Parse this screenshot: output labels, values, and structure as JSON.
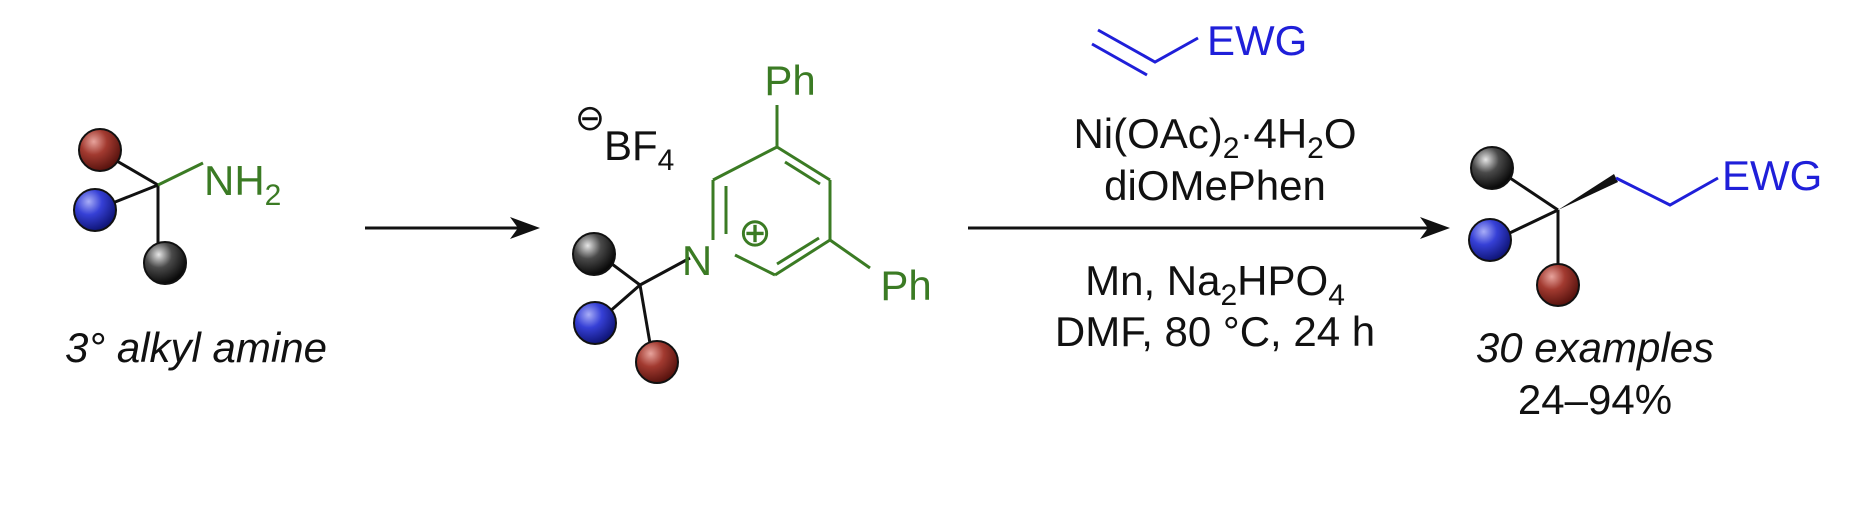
{
  "colors": {
    "ink": "#111111",
    "pyridinium": "#3b7b24",
    "ewg": "#1f1fd9",
    "sphere_red": "#8e2a22",
    "sphere_blue": "#2b33c9",
    "sphere_black": "#2d2d2d"
  },
  "left": {
    "amine_group": "NH",
    "amine_sub": "2",
    "caption": "3° alkyl amine"
  },
  "middle": {
    "counterion_charge": "⊖",
    "counterion": "BF",
    "counterion_sub": "4",
    "nitrogen": "N",
    "cation_charge": "⊕",
    "ph_top": "Ph",
    "ph_bottom": "Ph"
  },
  "conditions": {
    "alkene_ewg": "EWG",
    "line1": {
      "a": "Ni(OAc)",
      "a_sub": "2",
      "b": "·4H",
      "b_sub": "2",
      "c": "O"
    },
    "line2": "diOMePhen",
    "line3": {
      "a": "Mn, Na",
      "a_sub": "2",
      "b": "HPO",
      "b_sub": "4"
    },
    "line4": "DMF, 80 °C, 24 h"
  },
  "product": {
    "ewg": "EWG",
    "caption_line1": "30 examples",
    "caption_line2": "24–94%"
  }
}
